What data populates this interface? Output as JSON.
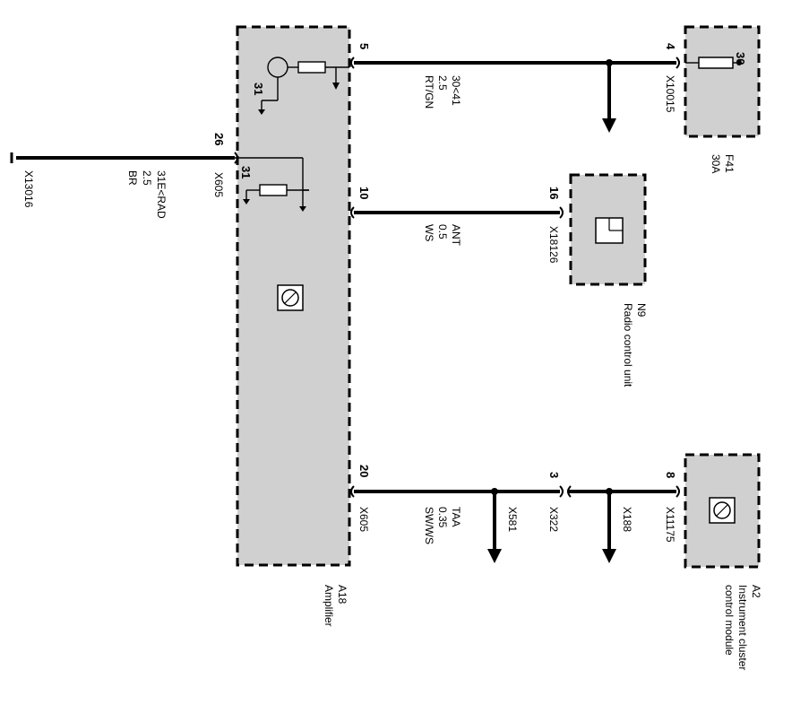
{
  "components": {
    "amplifier": {
      "code": "A18",
      "name": "Amplifier"
    },
    "fuse": {
      "code": "F41",
      "rating": "30A",
      "pin": "30"
    },
    "radio": {
      "code": "N9",
      "name": "Radio control unit"
    },
    "cluster": {
      "code": "A2",
      "name_line1": "Instrument cluster",
      "name_line2": "control module"
    }
  },
  "wires": [
    {
      "pin_left": "5",
      "pin_right": "4",
      "spec1": "30<41",
      "spec2": "2.5",
      "spec3": "RT/GN",
      "connector_right": "X10015"
    },
    {
      "pin_left": "10",
      "pin_right": "16",
      "spec1": "ANT",
      "spec2": "0.5",
      "spec3": "WS",
      "connector_right": "X18126"
    },
    {
      "pin_left": "20",
      "pin_mid": "3",
      "pin_right": "8",
      "spec1": "TAA",
      "spec2": "0.35",
      "spec3": "SW/WS",
      "connector_left": "X605",
      "connector_a": "X581",
      "connector_b": "X322",
      "connector_c": "X188",
      "connector_right": "X11175"
    }
  ],
  "ground_wire": {
    "pin": "26",
    "connector": "X605",
    "internal_pin": "31",
    "spec1": "31E<RAD",
    "spec2": "2.5",
    "spec3": "BR",
    "ground_connector": "X13016"
  },
  "internal": {
    "transistor_pin": "31"
  }
}
